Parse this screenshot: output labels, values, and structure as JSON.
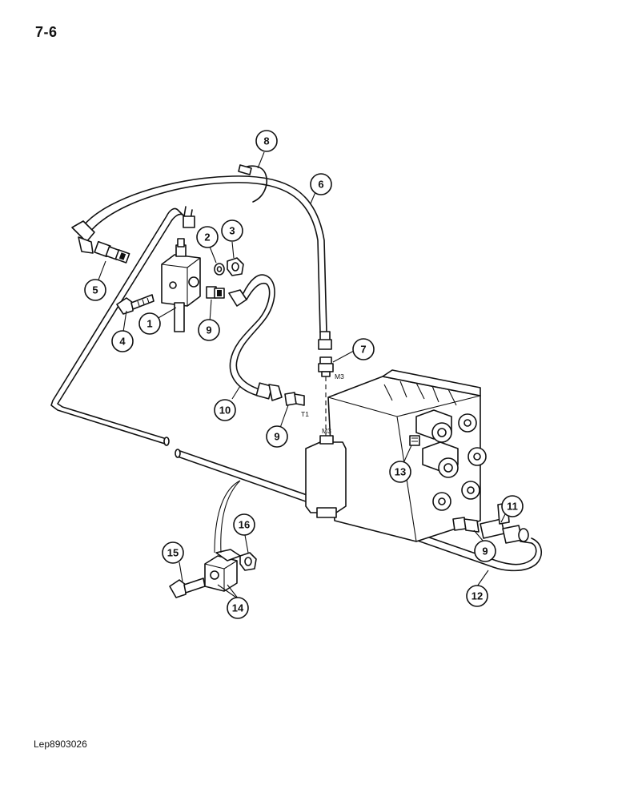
{
  "page": {
    "number": "7-6",
    "reference_code": "Lep8903026"
  },
  "callouts": [
    {
      "id": "c1",
      "label": "1"
    },
    {
      "id": "c2",
      "label": "2"
    },
    {
      "id": "c3",
      "label": "3"
    },
    {
      "id": "c4",
      "label": "4"
    },
    {
      "id": "c5",
      "label": "5"
    },
    {
      "id": "c6",
      "label": "6"
    },
    {
      "id": "c7",
      "label": "7"
    },
    {
      "id": "c8",
      "label": "8"
    },
    {
      "id": "c9a",
      "label": "9"
    },
    {
      "id": "c9b",
      "label": "9"
    },
    {
      "id": "c9c",
      "label": "9"
    },
    {
      "id": "c10",
      "label": "10"
    },
    {
      "id": "c11",
      "label": "11"
    },
    {
      "id": "c12",
      "label": "12"
    },
    {
      "id": "c13",
      "label": "13"
    },
    {
      "id": "c14",
      "label": "14"
    },
    {
      "id": "c15",
      "label": "15"
    },
    {
      "id": "c16",
      "label": "16"
    }
  ],
  "port_labels": {
    "m3_upper": "M3",
    "m3_lower": "M3",
    "t1": "T1"
  }
}
